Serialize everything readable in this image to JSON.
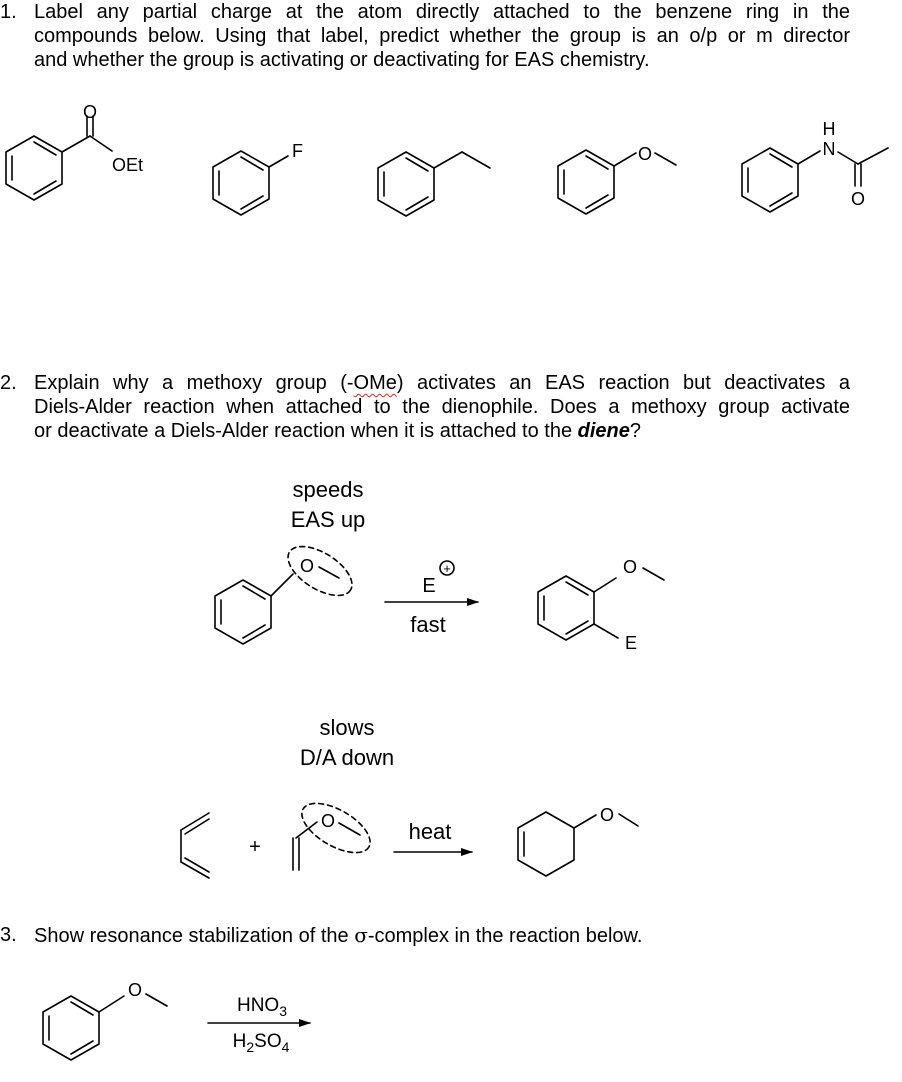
{
  "q1": {
    "number": "1.",
    "lines": [
      "Label any partial charge at the atom directly attached to the benzene ring in the",
      "compounds below.  Using that label, predict whether the group is an o/p or m director",
      "and whether the group is activating or deactivating for EAS chemistry."
    ]
  },
  "q1_atoms": {
    "o_carbonyl": "O",
    "oet": "OEt",
    "f": "F",
    "o_ether": "O",
    "h": "H",
    "n": "N",
    "o_amide": "O"
  },
  "q2": {
    "number": "2.",
    "line1": "Explain why a methoxy group (-",
    "line1_ome": "OMe",
    "line1_end": ") activates an EAS reaction but deactivates a",
    "line2": "Diels-Alder reaction when attached to the dienophile.  Does a methoxy group activate",
    "line3_start": "or deactivate a Diels-Alder reaction when it is attached to the ",
    "line3_diene": "diene",
    "line3_end": "?"
  },
  "eas": {
    "note_line1": "speeds",
    "note_line2": "EAS up",
    "reagent": "E",
    "charge": "+",
    "condition": "fast",
    "o_reactant": "O",
    "o_product": "O",
    "e_product": "E"
  },
  "da": {
    "note_line1": "slows",
    "note_line2": "D/A down",
    "plus": "+",
    "o_dienophile": "O",
    "condition": "heat",
    "o_product": "O"
  },
  "q3": {
    "number": "3.",
    "text_start": "Show resonance stabilization of the ",
    "sigma": "σ",
    "text_end": "-complex in the reaction below.",
    "o_atom": "O",
    "reagent_top": "HNO",
    "reagent_top_sub": "3",
    "reagent_bottom_h": "H",
    "reagent_bottom_sub1": "2",
    "reagent_bottom_so": "SO",
    "reagent_bottom_sub2": "4"
  }
}
